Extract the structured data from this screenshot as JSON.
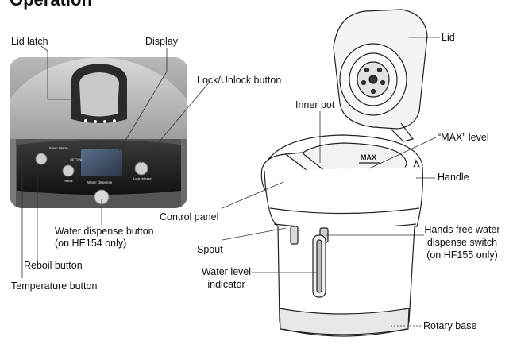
{
  "heading": "Operation",
  "labels": {
    "lid_latch": "Lid latch",
    "display": "Display",
    "lock_unlock": "Lock/Unlock button",
    "inner_pot": "Inner pot",
    "lid": "Lid",
    "max_level": "“MAX” level",
    "handle": "Handle",
    "control_panel": "Control panel",
    "water_dispense_1": "Water dispense button",
    "water_dispense_2": "(on HE154 only)",
    "reboil": "Reboil button",
    "temperature": "Temperature button",
    "spout": "Spout",
    "water_level_1": "Water level",
    "water_level_2": "indicator",
    "hands_free_1": "Hands free water",
    "hands_free_2": "dispense switch",
    "hands_free_3": "(on HF155 only)",
    "rotary_base": "Rotary base"
  },
  "panel_text": {
    "max_mark": "MAX",
    "keep_warm": "Keep Warm",
    "set_temp": "SETTING",
    "reboil": "Reboil",
    "water_dispense": "Water dispense",
    "lock_release": "Lock release"
  }
}
